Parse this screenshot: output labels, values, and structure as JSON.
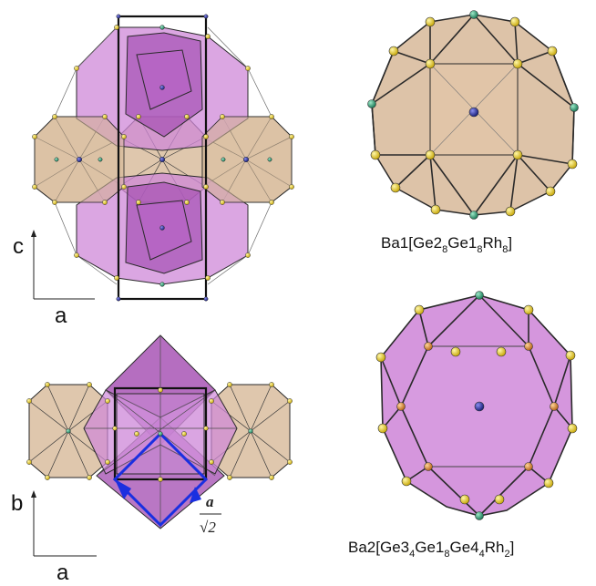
{
  "axes_top": {
    "vertical": "c",
    "horizontal": "a"
  },
  "axes_bottom": {
    "vertical": "b",
    "horizontal": "a"
  },
  "fraction": {
    "numerator": "a",
    "denominator": "√2"
  },
  "caption_ba1": {
    "parts": [
      {
        "t": "Ba1[Ge2"
      },
      {
        "t": "8",
        "sub": true
      },
      {
        "t": "Ge1"
      },
      {
        "t": "8",
        "sub": true
      },
      {
        "t": "Rh"
      },
      {
        "t": "8",
        "sub": true
      },
      {
        "t": "]"
      }
    ]
  },
  "caption_ba2": {
    "parts": [
      {
        "t": "Ba2[Ge3"
      },
      {
        "t": "4",
        "sub": true
      },
      {
        "t": "Ge1"
      },
      {
        "t": "8",
        "sub": true
      },
      {
        "t": "Ge4"
      },
      {
        "t": "4",
        "sub": true
      },
      {
        "t": "Rh"
      },
      {
        "t": "2",
        "sub": true
      },
      {
        "t": "]"
      }
    ]
  },
  "colors": {
    "tan_polyhedron": "#d9bd9f",
    "pink_polyhedron": "#cf88d8",
    "dark_pink": "#a24ab0",
    "edge": "#2a2a2a",
    "ge_atom": "#e8d22a",
    "rh_atom": "#2f9d78",
    "ba_atom": "#2a2f9a",
    "orange_atom": "#e0922d",
    "cell_outline": "#111111",
    "subcell_outline": "#1a2fe0"
  }
}
